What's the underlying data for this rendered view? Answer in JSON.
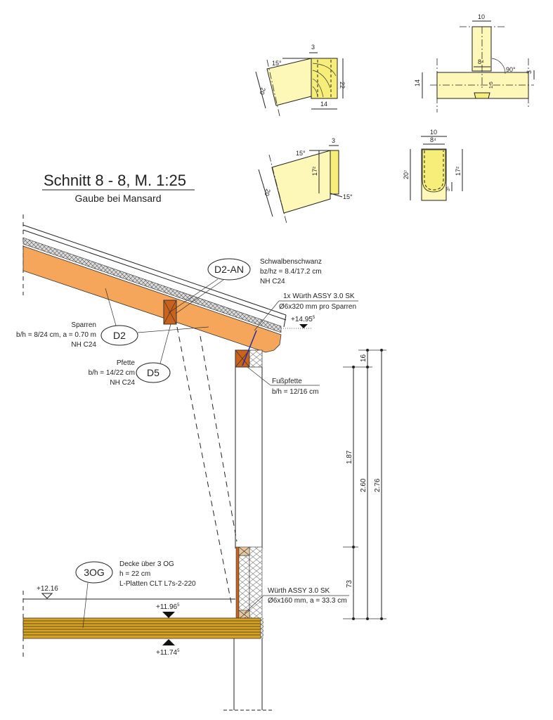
{
  "title": "Schnitt 8 - 8, M. 1:25",
  "subtitle": "Gaube bei Mansard",
  "colors": {
    "rafter": "#f5a65b",
    "beam": "#c8621c",
    "slab": "#d9a21f",
    "detail_fill": "#fdf7b8",
    "screw": "#2a2aa0"
  },
  "details": {
    "d1": {
      "dim_top": "3",
      "angle": "15°",
      "dim_right": "22",
      "dim_bottom": "14",
      "dim_diag": "20"
    },
    "d2": {
      "dim_top": "10",
      "dim_inner": "8⁴",
      "angle": "90°",
      "dim_left": "14",
      "dim_right": "3",
      "dim_small": "1,5"
    },
    "d3": {
      "dim_top": "3",
      "angle_top": "15°",
      "dim_height": "17²",
      "angle_bottom": "15°",
      "dim_diag": "20"
    },
    "d4": {
      "dim_top": "10",
      "dim_inner": "8⁴",
      "dim_left": "20⁷",
      "dim_right": "17²",
      "dim_small": "3⁵"
    }
  },
  "labels": {
    "d2an": {
      "tag": "D2-AN",
      "lines": [
        "Schwalbenschwanz",
        "bz/hz = 8.4/17.2 cm",
        "NH C24"
      ]
    },
    "screw_top": {
      "lines": [
        "1x Würth ASSY 3.0 SK",
        "Ø6x320 mm pro Sparren"
      ]
    },
    "level_top": {
      "value": "+14.95",
      "sup": "5"
    },
    "d2": {
      "tag": "D2",
      "lines": [
        "Sparren",
        "b/h = 8/24 cm, a = 0.70 m",
        "NH C24"
      ]
    },
    "d5": {
      "tag": "D5",
      "lines": [
        "Pfette",
        "b/h = 14/22 cm",
        "NH C24"
      ]
    },
    "fusspfette": {
      "lines": [
        "Fußpfette",
        "b/h = 12/16 cm"
      ]
    },
    "og3": {
      "tag": "3OG",
      "lines": [
        "Decke über 3 OG",
        "h = 22 cm",
        "L-Platten CLT L7s-2-220"
      ]
    },
    "level_1216": {
      "value": "+12.16"
    },
    "level_1196": {
      "value": "+11.96",
      "sup": "5"
    },
    "level_1174": {
      "value": "+11.74",
      "sup": "5"
    },
    "screw_bottom": {
      "lines": [
        "Würth ASSY 3.0 SK",
        "Ø6x160 mm, a = 33.3 cm"
      ]
    }
  },
  "dimensions": {
    "d16": "16",
    "d187": "1.87",
    "d73": "73",
    "d260": "2.60",
    "d276": "2.76"
  }
}
